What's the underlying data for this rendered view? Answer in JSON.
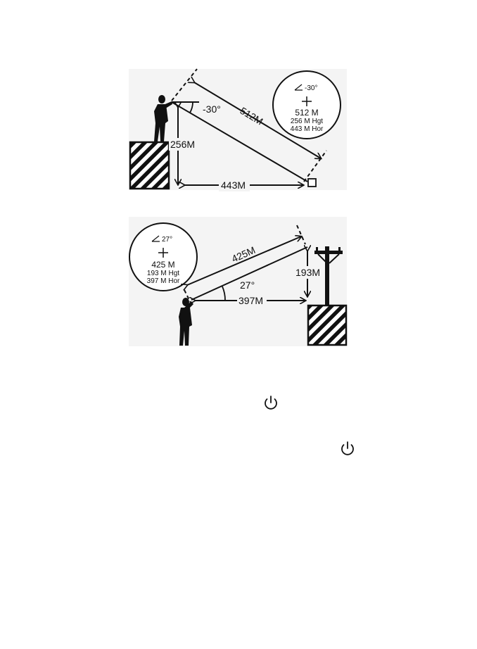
{
  "colors": {
    "ink": "#111111",
    "panel": "#f4f4f4",
    "paper": "#ffffff"
  },
  "scenario_downhill": {
    "angle_label": "-30°",
    "line_of_sight_label": "512M",
    "height_label": "256M",
    "horizontal_label": "443M",
    "display": {
      "angle": "-30°",
      "distance": "512 M",
      "height": "256 M Hgt",
      "horizontal": "443 M Hor"
    }
  },
  "scenario_uphill": {
    "angle_label": "27°",
    "line_of_sight_label": "425M",
    "height_label": "193M",
    "horizontal_label": "397M",
    "display": {
      "angle": "27°",
      "distance": "425 M",
      "height": "193 M Hgt",
      "horizontal": "397 M Hor"
    }
  },
  "icons": [
    "power-icon",
    "power-icon"
  ]
}
